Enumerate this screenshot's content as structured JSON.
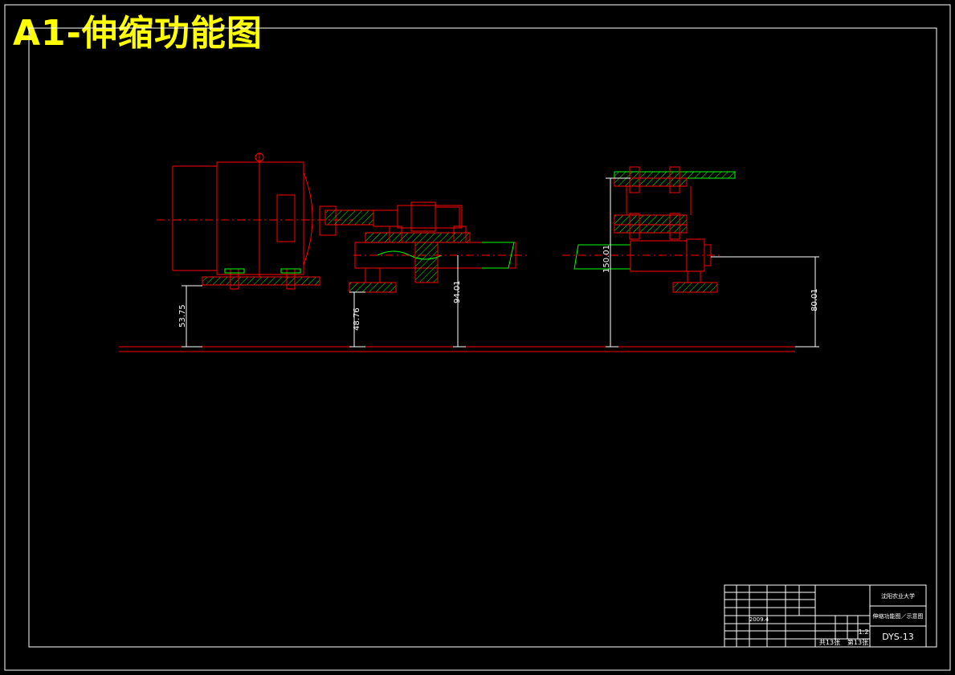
{
  "title": "A1-伸缩功能图",
  "dimensions": [
    {
      "id": "motor-height",
      "value": "53.75"
    },
    {
      "id": "left-bearing-height",
      "value": "48.76"
    },
    {
      "id": "shaft-height",
      "value": "94.01"
    },
    {
      "id": "upper-assembly-height",
      "value": "150.01"
    },
    {
      "id": "right-bearing-height",
      "value": "80.01"
    }
  ],
  "title_block": {
    "school": "沈阳农业大学",
    "drawing_name": "伸缩功能图／示意图",
    "drawing_number": "DYS-13",
    "date": "2009.4",
    "scale": "1:2",
    "sheet_total": "共13张",
    "sheet_index": "第13张"
  },
  "colors": {
    "background": "#000000",
    "title": "#ffff00",
    "outline": "#ff0000",
    "hatch": "#00ff00",
    "dimension": "#ffffff",
    "border": "#ffffff"
  }
}
